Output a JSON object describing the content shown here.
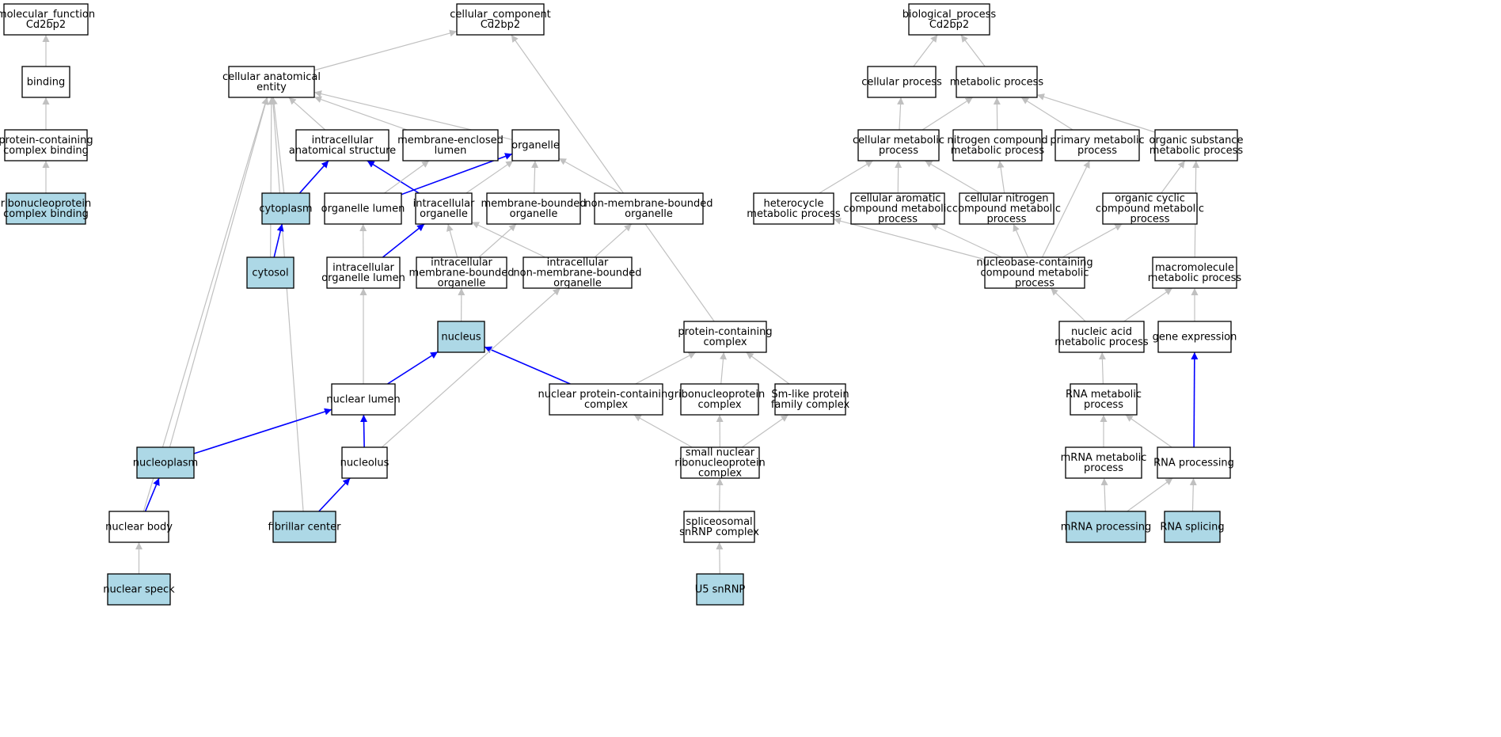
{
  "colors": {
    "highlight_fill": "#add8e6",
    "node_fill": "#ffffff",
    "node_stroke": "#000000",
    "edge_gray": "#c0c0c0",
    "edge_blue": "#0000ff"
  },
  "nodes": [
    {
      "id": "mf",
      "lines": [
        "molecular_function",
        "Cd2bp2"
      ],
      "highlight": false
    },
    {
      "id": "binding",
      "lines": [
        "binding"
      ],
      "highlight": false
    },
    {
      "id": "pcb",
      "lines": [
        "protein-containing",
        "complex binding"
      ],
      "highlight": false
    },
    {
      "id": "rnpb",
      "lines": [
        "ribonucleoprotein",
        "complex binding"
      ],
      "highlight": true
    },
    {
      "id": "cc",
      "lines": [
        "cellular_component",
        "Cd2bp2"
      ],
      "highlight": false
    },
    {
      "id": "cae",
      "lines": [
        "cellular anatomical",
        "entity"
      ],
      "highlight": false
    },
    {
      "id": "ias",
      "lines": [
        "intracellular",
        "anatomical structure"
      ],
      "highlight": false
    },
    {
      "id": "mel",
      "lines": [
        "membrane-enclosed",
        "lumen"
      ],
      "highlight": false
    },
    {
      "id": "org",
      "lines": [
        "organelle"
      ],
      "highlight": false
    },
    {
      "id": "cyto",
      "lines": [
        "cytoplasm"
      ],
      "highlight": true
    },
    {
      "id": "orglum",
      "lines": [
        "organelle lumen"
      ],
      "highlight": false
    },
    {
      "id": "io",
      "lines": [
        "intracellular",
        "organelle"
      ],
      "highlight": false
    },
    {
      "id": "mbo",
      "lines": [
        "membrane-bounded",
        "organelle"
      ],
      "highlight": false
    },
    {
      "id": "nmbo",
      "lines": [
        "non-membrane-bounded",
        "organelle"
      ],
      "highlight": false
    },
    {
      "id": "cytosol",
      "lines": [
        "cytosol"
      ],
      "highlight": true
    },
    {
      "id": "iol",
      "lines": [
        "intracellular",
        "organelle lumen"
      ],
      "highlight": false
    },
    {
      "id": "imbo",
      "lines": [
        "intracellular",
        "membrane-bounded",
        "organelle"
      ],
      "highlight": false
    },
    {
      "id": "inmbo",
      "lines": [
        "intracellular",
        "non-membrane-bounded",
        "organelle"
      ],
      "highlight": false
    },
    {
      "id": "nucleus",
      "lines": [
        "nucleus"
      ],
      "highlight": true
    },
    {
      "id": "pcc",
      "lines": [
        "protein-containing",
        "complex"
      ],
      "highlight": false
    },
    {
      "id": "nlumen",
      "lines": [
        "nuclear lumen"
      ],
      "highlight": false
    },
    {
      "id": "npcc",
      "lines": [
        "nuclear protein-containing",
        "complex"
      ],
      "highlight": false
    },
    {
      "id": "rnpc",
      "lines": [
        "ribonucleoprotein",
        "complex"
      ],
      "highlight": false
    },
    {
      "id": "smlike",
      "lines": [
        "Sm-like protein",
        "family complex"
      ],
      "highlight": false
    },
    {
      "id": "nucleoplasm",
      "lines": [
        "nucleoplasm"
      ],
      "highlight": true
    },
    {
      "id": "nucleolus",
      "lines": [
        "nucleolus"
      ],
      "highlight": false
    },
    {
      "id": "snrnp",
      "lines": [
        "small nuclear",
        "ribonucleoprotein",
        "complex"
      ],
      "highlight": false
    },
    {
      "id": "nbody",
      "lines": [
        "nuclear body"
      ],
      "highlight": false
    },
    {
      "id": "fibc",
      "lines": [
        "fibrillar center"
      ],
      "highlight": true
    },
    {
      "id": "spliceo",
      "lines": [
        "spliceosomal",
        "snRNP complex"
      ],
      "highlight": false
    },
    {
      "id": "nspeck",
      "lines": [
        "nuclear speck"
      ],
      "highlight": true
    },
    {
      "id": "u5",
      "lines": [
        "U5 snRNP"
      ],
      "highlight": true
    },
    {
      "id": "bp",
      "lines": [
        "biological_process",
        "Cd2bp2"
      ],
      "highlight": false
    },
    {
      "id": "cp",
      "lines": [
        "cellular process"
      ],
      "highlight": false
    },
    {
      "id": "mp",
      "lines": [
        "metabolic process"
      ],
      "highlight": false
    },
    {
      "id": "cmp",
      "lines": [
        "cellular metabolic",
        "process"
      ],
      "highlight": false
    },
    {
      "id": "ncmp",
      "lines": [
        "nitrogen compound",
        "metabolic process"
      ],
      "highlight": false
    },
    {
      "id": "pmp",
      "lines": [
        "primary metabolic",
        "process"
      ],
      "highlight": false
    },
    {
      "id": "osmp",
      "lines": [
        "organic substance",
        "metabolic process"
      ],
      "highlight": false
    },
    {
      "id": "hmp",
      "lines": [
        "heterocycle",
        "metabolic process"
      ],
      "highlight": false
    },
    {
      "id": "cacmp",
      "lines": [
        "cellular aromatic",
        "compound metabolic",
        "process"
      ],
      "highlight": false
    },
    {
      "id": "cncmp",
      "lines": [
        "cellular nitrogen",
        "compound metabolic",
        "process"
      ],
      "highlight": false
    },
    {
      "id": "occmp",
      "lines": [
        "organic cyclic",
        "compound metabolic",
        "process"
      ],
      "highlight": false
    },
    {
      "id": "nbcmp",
      "lines": [
        "nucleobase-containing",
        "compound metabolic",
        "process"
      ],
      "highlight": false
    },
    {
      "id": "mmp",
      "lines": [
        "macromolecule",
        "metabolic process"
      ],
      "highlight": false
    },
    {
      "id": "namp",
      "lines": [
        "nucleic acid",
        "metabolic process"
      ],
      "highlight": false
    },
    {
      "id": "ge",
      "lines": [
        "gene expression"
      ],
      "highlight": false
    },
    {
      "id": "rmp",
      "lines": [
        "RNA metabolic",
        "process"
      ],
      "highlight": false
    },
    {
      "id": "mrmp",
      "lines": [
        "mRNA metabolic",
        "process"
      ],
      "highlight": false
    },
    {
      "id": "rp",
      "lines": [
        "RNA processing"
      ],
      "highlight": false
    },
    {
      "id": "mrp",
      "lines": [
        "mRNA processing"
      ],
      "highlight": true
    },
    {
      "id": "rs",
      "lines": [
        "RNA splicing"
      ],
      "highlight": true
    }
  ],
  "edges": [
    {
      "from": "binding",
      "to": "mf",
      "color": "gray"
    },
    {
      "from": "pcb",
      "to": "binding",
      "color": "gray"
    },
    {
      "from": "rnpb",
      "to": "pcb",
      "color": "gray"
    },
    {
      "from": "cae",
      "to": "cc",
      "color": "gray"
    },
    {
      "from": "pcc",
      "to": "cc",
      "color": "gray"
    },
    {
      "from": "ias",
      "to": "cae",
      "color": "gray"
    },
    {
      "from": "mel",
      "to": "cae",
      "color": "gray"
    },
    {
      "from": "org",
      "to": "cae",
      "color": "gray"
    },
    {
      "from": "cyto",
      "to": "cae",
      "color": "gray"
    },
    {
      "from": "cytosol",
      "to": "cae",
      "color": "gray"
    },
    {
      "from": "fibc",
      "to": "cae",
      "color": "gray"
    },
    {
      "from": "nucleoplasm",
      "to": "cae",
      "color": "gray"
    },
    {
      "from": "nbody",
      "to": "cae",
      "color": "gray"
    },
    {
      "from": "cyto",
      "to": "ias",
      "color": "blue"
    },
    {
      "from": "io",
      "to": "ias",
      "color": "blue"
    },
    {
      "from": "orglum",
      "to": "org",
      "color": "blue"
    },
    {
      "from": "orglum",
      "to": "mel",
      "color": "gray"
    },
    {
      "from": "io",
      "to": "org",
      "color": "gray"
    },
    {
      "from": "mbo",
      "to": "org",
      "color": "gray"
    },
    {
      "from": "nmbo",
      "to": "org",
      "color": "gray"
    },
    {
      "from": "cytosol",
      "to": "cyto",
      "color": "blue"
    },
    {
      "from": "iol",
      "to": "orglum",
      "color": "gray"
    },
    {
      "from": "iol",
      "to": "io",
      "color": "blue"
    },
    {
      "from": "imbo",
      "to": "io",
      "color": "gray"
    },
    {
      "from": "imbo",
      "to": "mbo",
      "color": "gray"
    },
    {
      "from": "inmbo",
      "to": "io",
      "color": "gray"
    },
    {
      "from": "inmbo",
      "to": "nmbo",
      "color": "gray"
    },
    {
      "from": "nucleus",
      "to": "imbo",
      "color": "gray"
    },
    {
      "from": "nlumen",
      "to": "iol",
      "color": "gray"
    },
    {
      "from": "nlumen",
      "to": "nucleus",
      "color": "blue"
    },
    {
      "from": "npcc",
      "to": "nucleus",
      "color": "blue"
    },
    {
      "from": "npcc",
      "to": "pcc",
      "color": "gray"
    },
    {
      "from": "rnpc",
      "to": "pcc",
      "color": "gray"
    },
    {
      "from": "smlike",
      "to": "pcc",
      "color": "gray"
    },
    {
      "from": "nucleoplasm",
      "to": "nlumen",
      "color": "blue"
    },
    {
      "from": "nucleolus",
      "to": "nlumen",
      "color": "blue"
    },
    {
      "from": "nucleolus",
      "to": "inmbo",
      "color": "gray"
    },
    {
      "from": "snrnp",
      "to": "npcc",
      "color": "gray"
    },
    {
      "from": "snrnp",
      "to": "rnpc",
      "color": "gray"
    },
    {
      "from": "snrnp",
      "to": "smlike",
      "color": "gray"
    },
    {
      "from": "nbody",
      "to": "nucleoplasm",
      "color": "blue"
    },
    {
      "from": "fibc",
      "to": "nucleolus",
      "color": "blue"
    },
    {
      "from": "spliceo",
      "to": "snrnp",
      "color": "gray"
    },
    {
      "from": "nspeck",
      "to": "nbody",
      "color": "gray"
    },
    {
      "from": "u5",
      "to": "spliceo",
      "color": "gray"
    },
    {
      "from": "cp",
      "to": "bp",
      "color": "gray"
    },
    {
      "from": "mp",
      "to": "bp",
      "color": "gray"
    },
    {
      "from": "cmp",
      "to": "cp",
      "color": "gray"
    },
    {
      "from": "cmp",
      "to": "mp",
      "color": "gray"
    },
    {
      "from": "ncmp",
      "to": "mp",
      "color": "gray"
    },
    {
      "from": "pmp",
      "to": "mp",
      "color": "gray"
    },
    {
      "from": "osmp",
      "to": "mp",
      "color": "gray"
    },
    {
      "from": "hmp",
      "to": "cmp",
      "color": "gray"
    },
    {
      "from": "cacmp",
      "to": "cmp",
      "color": "gray"
    },
    {
      "from": "cncmp",
      "to": "cmp",
      "color": "gray"
    },
    {
      "from": "cncmp",
      "to": "ncmp",
      "color": "gray"
    },
    {
      "from": "occmp",
      "to": "osmp",
      "color": "gray"
    },
    {
      "from": "mmp",
      "to": "osmp",
      "color": "gray"
    },
    {
      "from": "nbcmp",
      "to": "hmp",
      "color": "gray"
    },
    {
      "from": "nbcmp",
      "to": "cacmp",
      "color": "gray"
    },
    {
      "from": "nbcmp",
      "to": "cncmp",
      "color": "gray"
    },
    {
      "from": "nbcmp",
      "to": "occmp",
      "color": "gray"
    },
    {
      "from": "nbcmp",
      "to": "pmp",
      "color": "gray"
    },
    {
      "from": "namp",
      "to": "nbcmp",
      "color": "gray"
    },
    {
      "from": "namp",
      "to": "mmp",
      "color": "gray"
    },
    {
      "from": "ge",
      "to": "mmp",
      "color": "gray"
    },
    {
      "from": "rmp",
      "to": "namp",
      "color": "gray"
    },
    {
      "from": "mrmp",
      "to": "rmp",
      "color": "gray"
    },
    {
      "from": "rp",
      "to": "rmp",
      "color": "gray"
    },
    {
      "from": "rp",
      "to": "ge",
      "color": "blue"
    },
    {
      "from": "mrp",
      "to": "mrmp",
      "color": "gray"
    },
    {
      "from": "mrp",
      "to": "rp",
      "color": "gray"
    },
    {
      "from": "rs",
      "to": "rp",
      "color": "gray"
    }
  ]
}
